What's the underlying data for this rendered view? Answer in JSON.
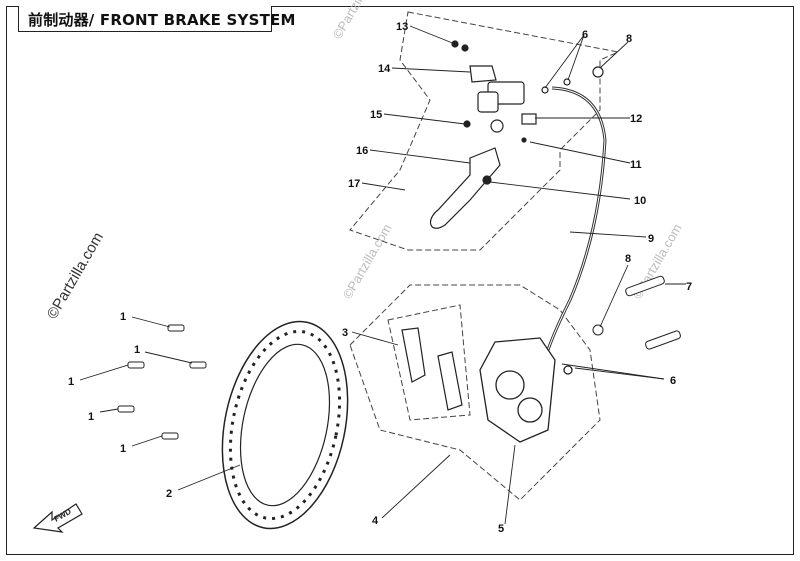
{
  "title": "前制动器/ FRONT BRAKE SYSTEM",
  "watermark": "©Partzilla.com",
  "front_arrow_label": "FWD",
  "callouts": [
    "1",
    "1",
    "1",
    "1",
    "1",
    "2",
    "3",
    "4",
    "5",
    "6",
    "6",
    "7",
    "8",
    "8",
    "9",
    "10",
    "11",
    "12",
    "13",
    "14",
    "15",
    "16",
    "17"
  ]
}
